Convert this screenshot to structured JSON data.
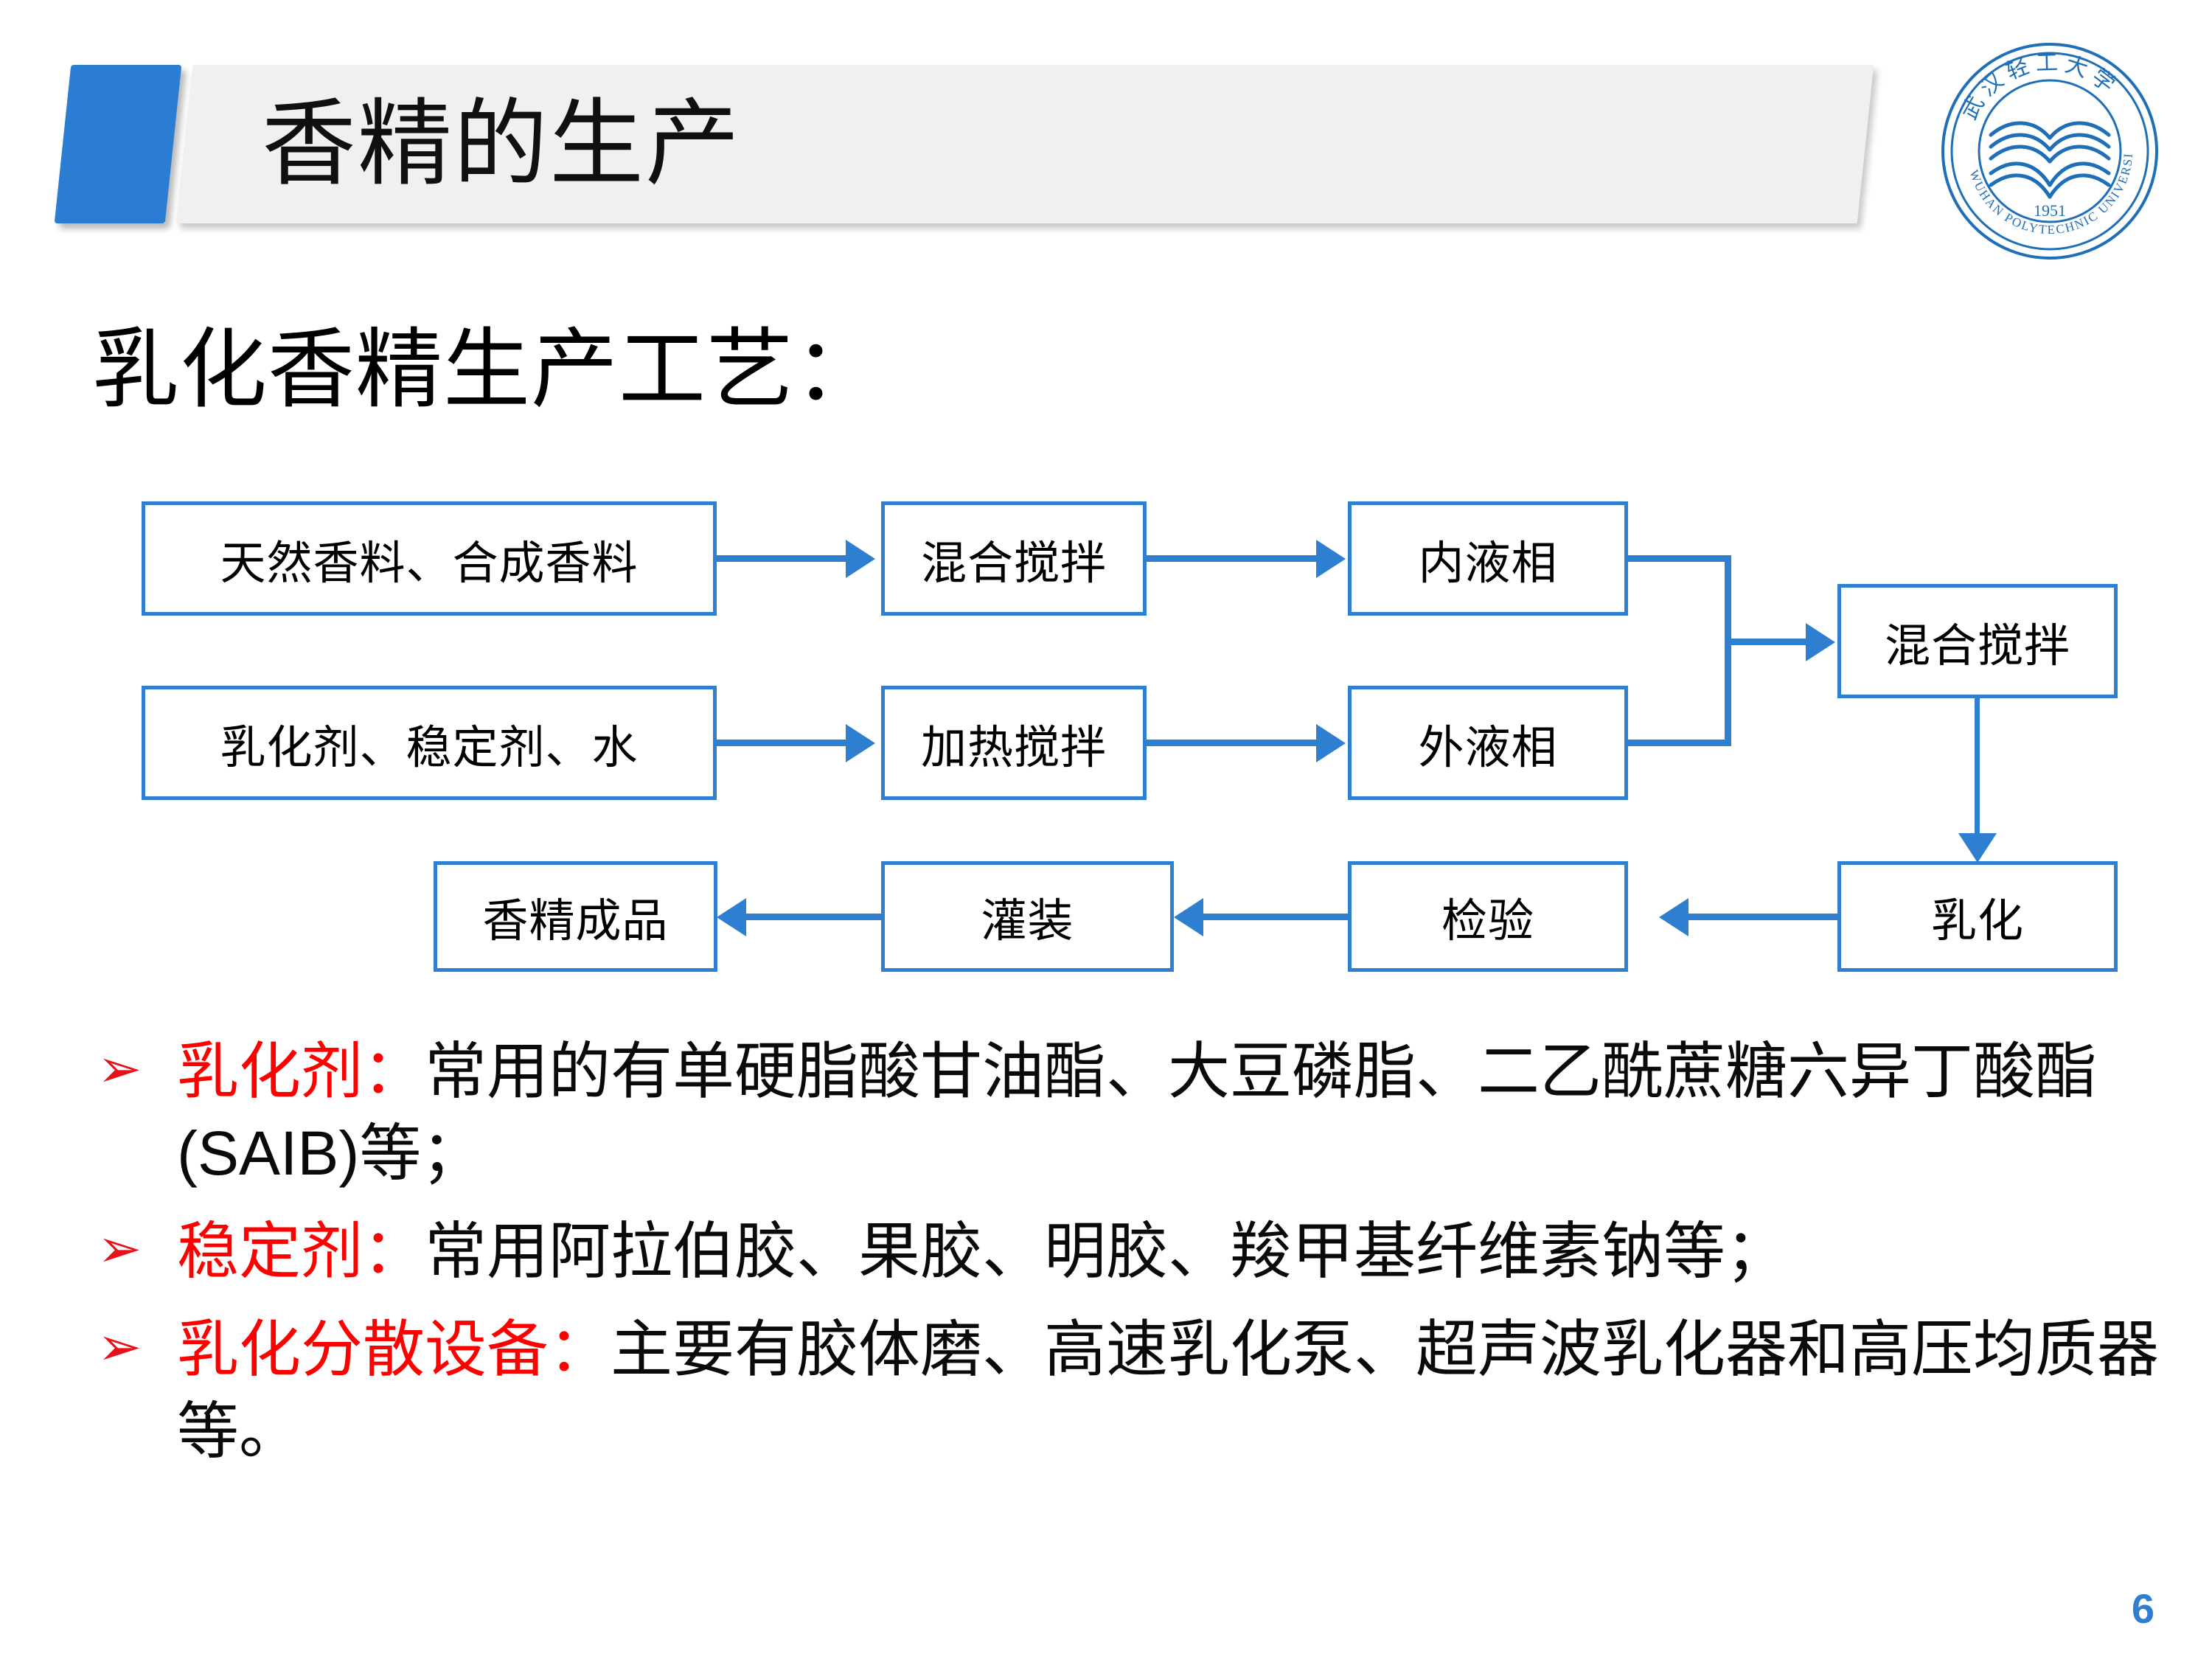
{
  "header": {
    "title": "香精的生产",
    "logo": {
      "name": "wuhan-polytechnic-university-seal",
      "chinese_name": "武汉轻工大学",
      "english_top": "WUHAN",
      "english_bottom": "POLYTECHNIC UNIVERSITY",
      "year": "1951",
      "color": "#1f6fb8"
    }
  },
  "subheading": "乳化香精生产工艺：",
  "flow": {
    "nodes": [
      {
        "id": "n1",
        "label": "天然香料、合成香料"
      },
      {
        "id": "n2",
        "label": "混合搅拌"
      },
      {
        "id": "n3",
        "label": "内液相"
      },
      {
        "id": "n4",
        "label": "乳化剂、稳定剂、水"
      },
      {
        "id": "n5",
        "label": "加热搅拌"
      },
      {
        "id": "n6",
        "label": "外液相"
      },
      {
        "id": "n7",
        "label": "混合搅拌"
      },
      {
        "id": "n8",
        "label": "乳化"
      },
      {
        "id": "n9",
        "label": "检验"
      },
      {
        "id": "n10",
        "label": "灌装"
      },
      {
        "id": "n11",
        "label": "香精成品"
      }
    ],
    "edge_color": "#2e7fd0"
  },
  "bullets": [
    {
      "marker": "➢",
      "keyword": "乳化剂：",
      "text": "常用的有单硬脂酸甘油酯、大豆磷脂、二乙酰蔗糖六异丁酸酯(SAIB)等；"
    },
    {
      "marker": "➢",
      "keyword": "稳定剂：",
      "text": "常用阿拉伯胶、果胶、明胶、羧甲基纤维素钠等；"
    },
    {
      "marker": "➢",
      "keyword": "乳化分散设备：",
      "text": "主要有胶体磨、高速乳化泵、超声波乳化器和高压均质器等。"
    }
  ],
  "page_number": "6"
}
